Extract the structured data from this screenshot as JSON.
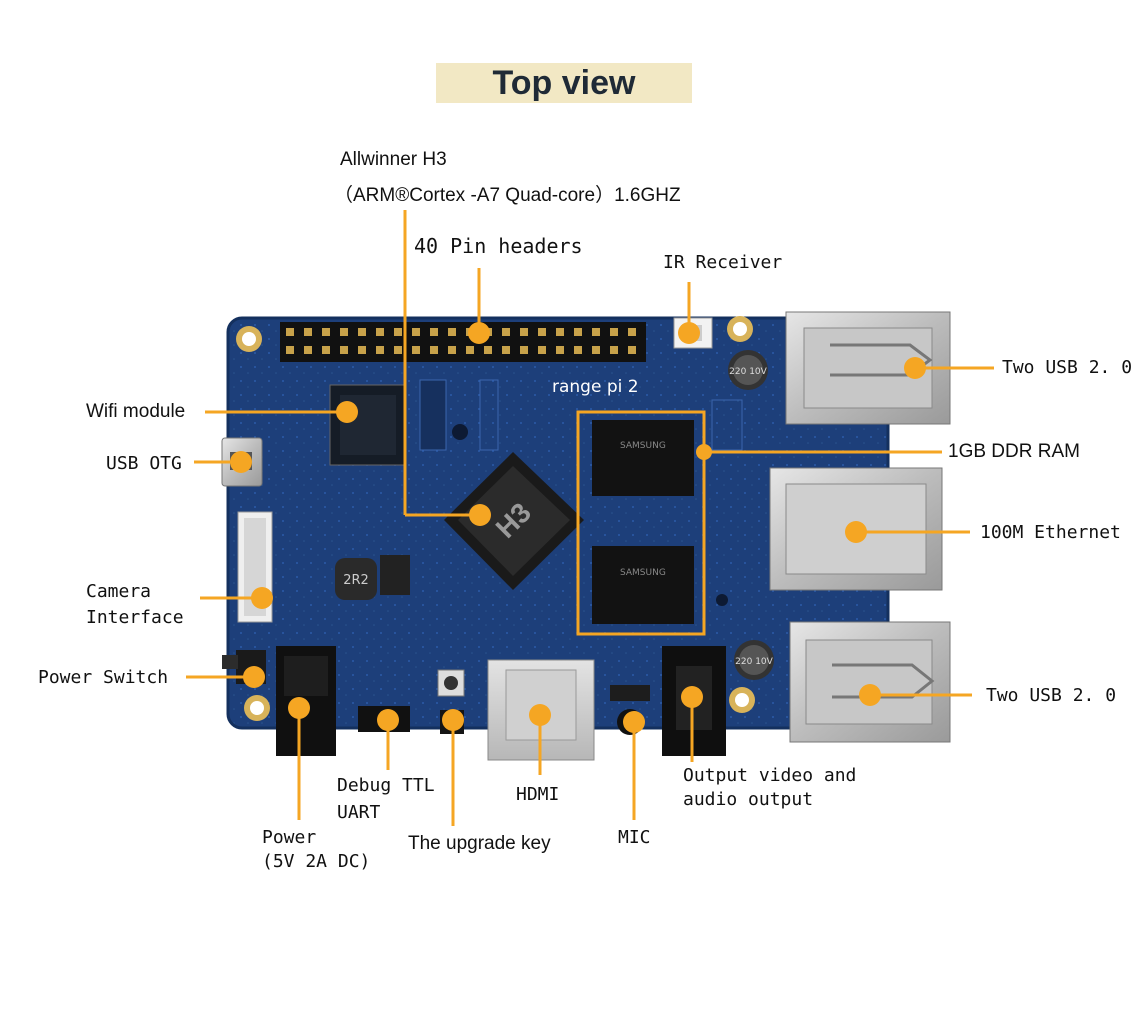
{
  "title": "Top view",
  "board": {
    "logo_text": "range pi 2",
    "silkscreen": [
      "2R2",
      "H3",
      "SAMSUNG",
      "SAMSUNG",
      "220 10V",
      "220 10V"
    ],
    "colors": {
      "background": "#ffffff",
      "pcb": "#1d3f7a",
      "pcb_dark": "#16305e",
      "metal": "#c9c9c9",
      "accent": "#f5a623",
      "title_bg": "#f2e8c4"
    }
  },
  "labels": {
    "allwinner_l1": "Allwinner H3",
    "allwinner_l2": "（ARM®Cortex  -A7 Quad-core）1.6GHZ",
    "pin_headers": "40 Pin headers",
    "ir_receiver": "IR Receiver",
    "usb_top": "Two USB 2. 0",
    "wifi": "Wifi module",
    "usb_otg": "USB OTG",
    "ddr": "1GB DDR RAM",
    "ethernet": "100M Ethernet",
    "camera_l1": "Camera",
    "camera_l2": "Interface",
    "power_switch": "Power Switch",
    "usb_bottom": "Two USB 2. 0",
    "debug_l1": "Debug TTL",
    "debug_l2": "UART",
    "hdmi": "HDMI",
    "av_l1": "Output video and",
    "av_l2": "audio output",
    "power_l1": "Power",
    "power_l2": "(5V 2A DC)",
    "upgrade": "The upgrade key",
    "mic": "MIC"
  }
}
